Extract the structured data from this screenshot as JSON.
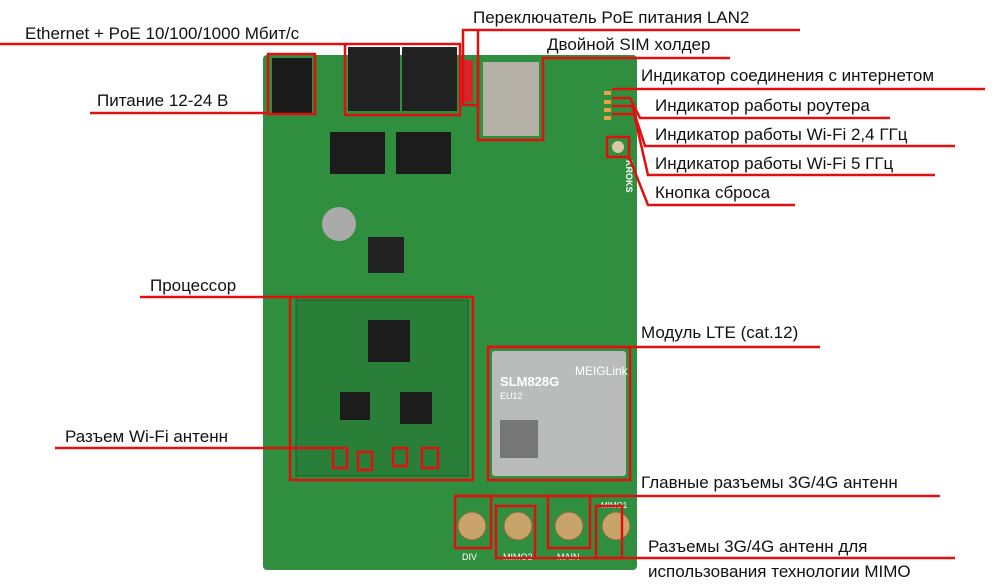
{
  "colors": {
    "annotation": "#e01010",
    "board": "#2f8f3e",
    "module": "#b9bcbb"
  },
  "labels": {
    "ethernet": "Ethernet + PoE 10/100/1000 Мбит/с",
    "poe_switch": "Переключатель PoE питания LAN2",
    "sim": "Двойной SIM холдер",
    "power": "Питание 12-24 В",
    "led_internet": "Индикатор соединения с интернетом",
    "led_router": "Индикатор работы роутера",
    "led_wifi24": "Индикатор работы Wi-Fi 2,4 ГГц",
    "led_wifi5": "Индикатор работы Wi-Fi 5 ГГц",
    "reset": "Кнопка сброса",
    "cpu": "Процессор",
    "lte": "Модуль LTE (cat.12)",
    "wifi_ant": "Разъем Wi-Fi антенн",
    "main_ant": "Главные разъемы 3G/4G антенн",
    "mimo_ant_1": "Разъемы 3G/4G антенн для",
    "mimo_ant_2": "использования технологии MIMO"
  },
  "board_marks": {
    "module_brand": "MEIGLink",
    "module_model": "SLM828G",
    "module_variant": "EU12",
    "brand": "KROKS",
    "conn_div": "DIV",
    "conn_mimo2": "MIMO2",
    "conn_main": "MAIN",
    "conn_mimo1": "MIMO1"
  }
}
